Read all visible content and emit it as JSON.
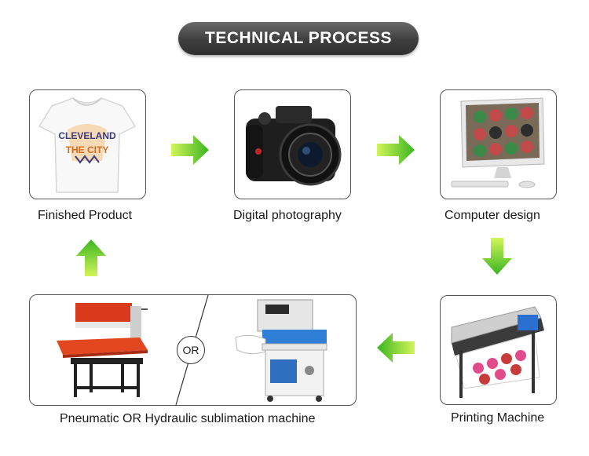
{
  "header": {
    "title": "TECHNICAL PROCESS"
  },
  "steps": {
    "finished_product": "Finished Product",
    "digital_photography": "Digital photography",
    "computer_design": "Computer design",
    "printing_machine": "Printing Machine",
    "sublimation_machine": "Pneumatic OR Hydraulic sublimation machine"
  },
  "tshirt_print": {
    "line1": "CLEVELAND",
    "line2": "THE CITY"
  },
  "or_label": "OR",
  "colors": {
    "arrow_green_start": "#c8f04a",
    "arrow_green_end": "#3bb521",
    "pill_dark": "#3e3e3e",
    "press_red": "#e0411f",
    "press_blue": "#2f7fd6"
  }
}
